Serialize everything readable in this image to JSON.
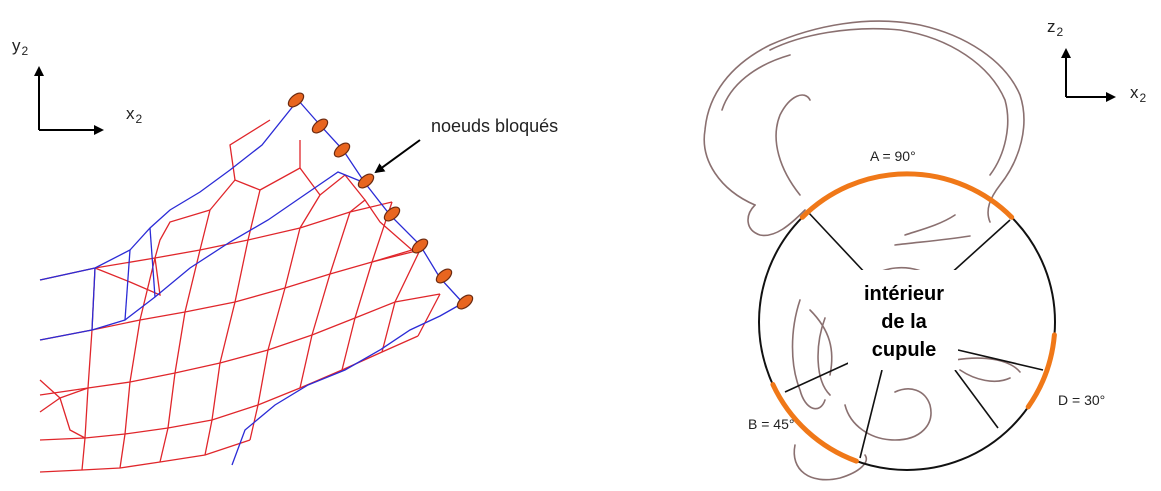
{
  "left_figure": {
    "axis_y": {
      "base": "y",
      "sub": "2"
    },
    "axis_x": {
      "base": "x",
      "sub": "2"
    },
    "annotation": "noeuds bloqués",
    "colors": {
      "mesh_outer": "#2b2bd6",
      "mesh_inner": "#e0262b",
      "node_fill": "#e8651f",
      "node_stroke": "#6b2a10"
    }
  },
  "right_figure": {
    "axis_z": {
      "base": "z",
      "sub": "2"
    },
    "axis_x": {
      "base": "x",
      "sub": "2"
    },
    "center_label": [
      "intérieur",
      "de la",
      "cupule"
    ],
    "zones": [
      {
        "label": "A = 90°",
        "angle_deg": 90
      },
      {
        "label": "B = 45°",
        "angle_deg": 45
      },
      {
        "label": "D = 30°",
        "angle_deg": 30
      }
    ],
    "colors": {
      "zone_arc": "#f07818",
      "bone_outline": "#8a7070",
      "circle": "#111111"
    }
  }
}
